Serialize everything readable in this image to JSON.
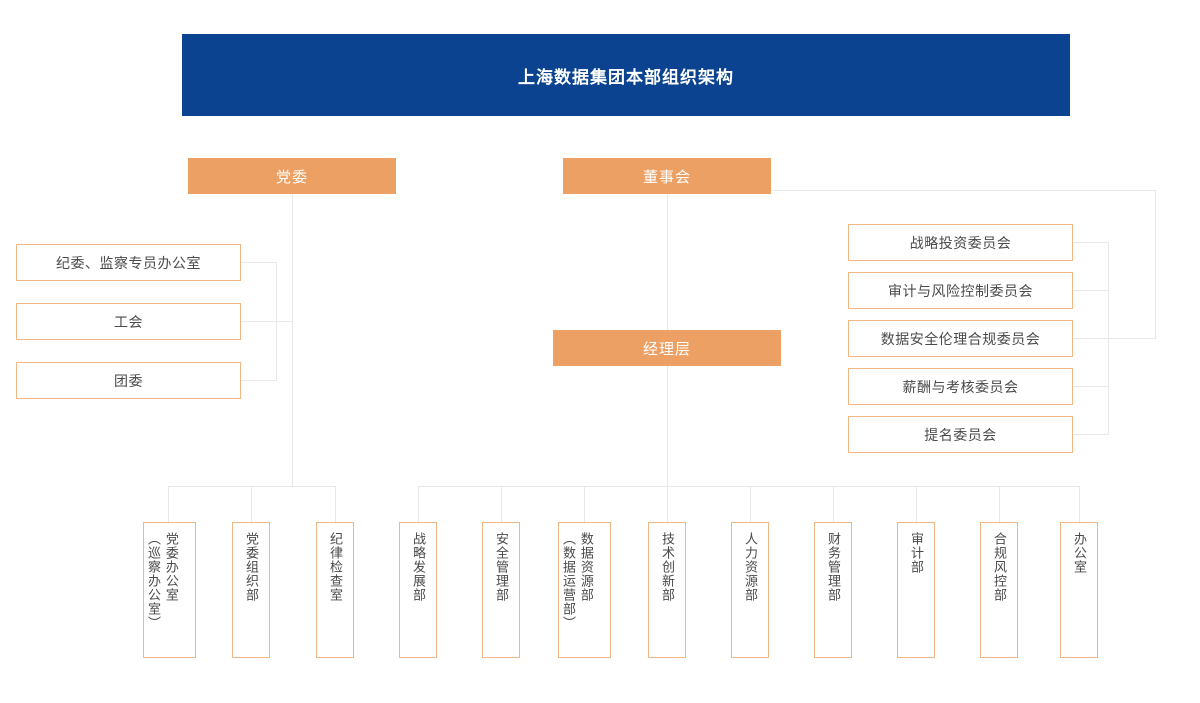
{
  "title": {
    "text": "上海数据集团本部组织架构"
  },
  "colors": {
    "banner_bg": "#0b4390",
    "node_fill": "#eda063",
    "box_border": "#f0b784",
    "line": "#e8e8e8",
    "text_dark": "#4a4a4a",
    "text_light": "#ffffff"
  },
  "top_nodes": [
    {
      "id": "party-committee",
      "label": "党委"
    },
    {
      "id": "board-of-directors",
      "label": "董事会"
    },
    {
      "id": "management-level",
      "label": "经理层"
    }
  ],
  "party_units": [
    {
      "label": "纪委、监察专员办公室"
    },
    {
      "label": "工会"
    },
    {
      "label": "团委"
    }
  ],
  "board_committees": [
    {
      "label": "战略投资委员会"
    },
    {
      "label": "审计与风险控制委员会"
    },
    {
      "label": "数据安全伦理合规委员会"
    },
    {
      "label": "薪酬与考核委员会"
    },
    {
      "label": "提名委员会"
    }
  ],
  "party_departments": [
    {
      "main": "党委办公室",
      "sub": "（巡察办公室）"
    },
    {
      "main": "党委组织部",
      "sub": ""
    },
    {
      "main": "纪律检查室",
      "sub": ""
    }
  ],
  "management_departments": [
    {
      "main": "战略发展部",
      "sub": ""
    },
    {
      "main": "安全管理部",
      "sub": ""
    },
    {
      "main": "数据资源部",
      "sub": "（数据运营部）"
    },
    {
      "main": "技术创新部",
      "sub": ""
    },
    {
      "main": "人力资源部",
      "sub": ""
    },
    {
      "main": "财务管理部",
      "sub": ""
    },
    {
      "main": "审计部",
      "sub": ""
    },
    {
      "main": "合规风控部",
      "sub": ""
    },
    {
      "main": "办公室",
      "sub": ""
    }
  ]
}
